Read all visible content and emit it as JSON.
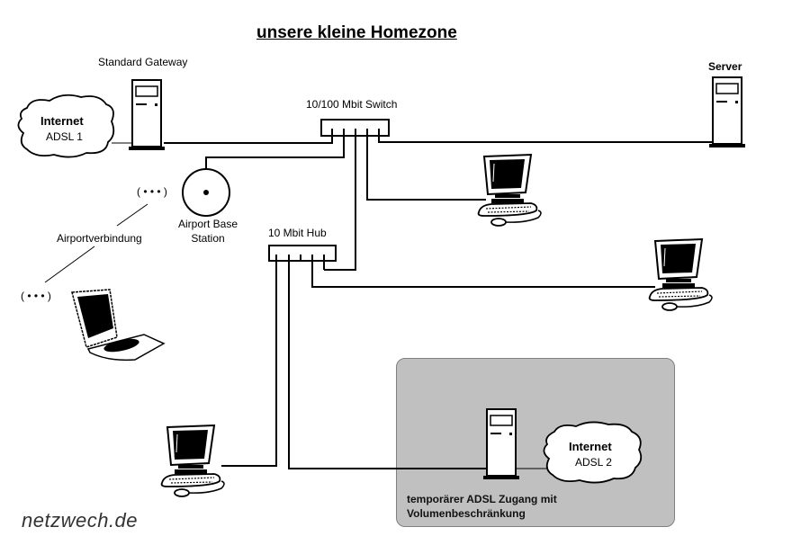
{
  "title": "unsere kleine Homezone",
  "nodes": {
    "gateway_label": "Standard Gateway",
    "internet1": {
      "title": "Internet",
      "subtitle": "ADSL 1"
    },
    "switch_label": "10/100 Mbit Switch",
    "server_label": "Server",
    "airport_label_line1": "Airport Base",
    "airport_label_line2": "Station",
    "wireless_signal": "( • • • )",
    "wireless_label": "Airportverbindung",
    "hub_label": "10 Mbit Hub",
    "internet2": {
      "title": "Internet",
      "subtitle": "ADSL 2"
    }
  },
  "zone": {
    "line1": "temporärer ADSL Zugang mit",
    "line2": "Volumenbeschränkung"
  },
  "watermark": "netzwech.de",
  "colors": {
    "zone_fill": "#c0c0c0",
    "line": "#000000",
    "background": "#ffffff"
  }
}
